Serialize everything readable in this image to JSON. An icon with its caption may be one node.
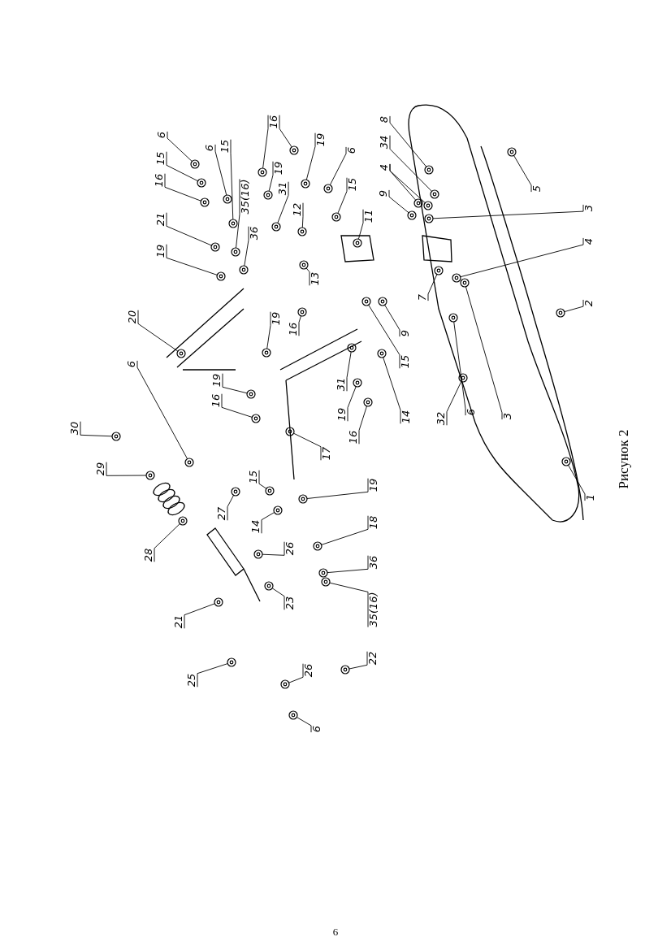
{
  "diagram": {
    "caption": "Рисунок 2",
    "nodes": [
      {
        "text": [
          "6"
        ]
      },
      {
        "text": [
          "15"
        ]
      },
      {
        "text": [
          "16"
        ]
      },
      {
        "text": [
          "21"
        ]
      },
      {
        "text": [
          "19"
        ]
      },
      {
        "text": [
          "6"
        ]
      },
      {
        "text": [
          "15"
        ]
      },
      {
        "text": [
          "35(16)"
        ]
      },
      {
        "text": [
          "36"
        ]
      },
      {
        "text": [
          "16"
        ]
      },
      {
        "text": [
          "19"
        ]
      },
      {
        "text": [
          "31"
        ]
      },
      {
        "text": [
          "19"
        ]
      },
      {
        "text": [
          "6"
        ]
      },
      {
        "text": [
          "15"
        ]
      },
      {
        "text": [
          "12"
        ]
      },
      {
        "text": [
          "11"
        ]
      },
      {
        "text": [
          "13"
        ]
      },
      {
        "text": [
          "8"
        ]
      },
      {
        "text": [
          "34"
        ]
      },
      {
        "text": [
          "4"
        ]
      },
      {
        "text": [
          "9"
        ]
      },
      {
        "text": [
          "5"
        ]
      },
      {
        "text": [
          "3"
        ]
      },
      {
        "text": [
          "4"
        ]
      },
      {
        "text": [
          "7"
        ]
      },
      {
        "text": [
          "2"
        ]
      },
      {
        "text": [
          "20"
        ]
      },
      {
        "text": [
          "19"
        ]
      },
      {
        "text": [
          "16"
        ]
      },
      {
        "text": [
          "6"
        ]
      },
      {
        "text": [
          "19"
        ]
      },
      {
        "text": [
          "16"
        ]
      },
      {
        "text": [
          "9"
        ]
      },
      {
        "text": [
          "15"
        ]
      },
      {
        "text": [
          "31"
        ]
      },
      {
        "text": [
          "19"
        ]
      },
      {
        "text": [
          "14"
        ]
      },
      {
        "text": [
          "16"
        ]
      },
      {
        "text": [
          "32"
        ]
      },
      {
        "text": [
          "6"
        ]
      },
      {
        "text": [
          "3"
        ]
      },
      {
        "text": [
          "30"
        ]
      },
      {
        "text": [
          "29"
        ]
      },
      {
        "text": [
          "15"
        ]
      },
      {
        "text": [
          "27"
        ]
      },
      {
        "text": [
          "14"
        ]
      },
      {
        "text": [
          "28"
        ]
      },
      {
        "text": [
          "17"
        ]
      },
      {
        "text": [
          "19"
        ]
      },
      {
        "text": [
          "1"
        ]
      },
      {
        "text": [
          "18"
        ]
      },
      {
        "text": [
          "26"
        ]
      },
      {
        "text": [
          "36"
        ]
      },
      {
        "text": [
          "23"
        ]
      },
      {
        "text": [
          "35(16)"
        ]
      },
      {
        "text": [
          "21"
        ]
      },
      {
        "text": [
          "22"
        ]
      },
      {
        "text": [
          "26"
        ]
      },
      {
        "text": [
          "25"
        ]
      },
      {
        "text": [
          "6"
        ]
      },
      {
        "text": [],
        "shape": "picture"
      },
      {
        "text": [],
        "shape": "picture"
      },
      {
        "text": [],
        "shape": "picture"
      },
      {
        "text": [],
        "shape": "picture"
      },
      {
        "text": [],
        "shape": "picture"
      },
      {
        "text": [],
        "shape": "picture"
      },
      {
        "text": [],
        "shape": "picture"
      },
      {
        "text": [],
        "shape": "picture"
      },
      {
        "text": [],
        "shape": "picture"
      },
      {
        "text": [],
        "shape": "picture"
      },
      {
        "text": [],
        "shape": "picture"
      },
      {
        "text": [],
        "shape": "picture"
      },
      {
        "text": [],
        "shape": "picture"
      },
      {
        "text": [],
        "shape": "picture"
      },
      {
        "text": [],
        "shape": "picture"
      },
      {
        "text": [],
        "shape": "picture"
      },
      {
        "text": [],
        "shape": "picture"
      },
      {
        "text": [],
        "shape": "picture"
      },
      {
        "text": [],
        "shape": "picture"
      },
      {
        "text": [],
        "shape": "picture"
      },
      {
        "text": [],
        "shape": "picture"
      },
      {
        "text": [],
        "shape": "picture"
      },
      {
        "text": [],
        "shape": "picture"
      },
      {
        "text": [],
        "shape": "picture"
      },
      {
        "text": [],
        "shape": "picture"
      },
      {
        "text": [],
        "shape": "picture"
      },
      {
        "text": [],
        "shape": "picture"
      },
      {
        "text": [],
        "shape": "picture"
      },
      {
        "text": [],
        "shape": "picture"
      },
      {
        "text": [],
        "shape": "picture"
      },
      {
        "text": [],
        "shape": "picture"
      },
      {
        "text": [],
        "shape": "picture"
      },
      {
        "text": [],
        "shape": "picture"
      },
      {
        "text": [],
        "shape": "picture"
      },
      {
        "text": [],
        "shape": "picture"
      },
      {
        "text": [],
        "shape": "picture"
      },
      {
        "text": [],
        "shape": "picture"
      },
      {
        "text": [],
        "shape": "picture"
      },
      {
        "text": [],
        "shape": "picture"
      },
      {
        "text": [],
        "shape": "picture"
      },
      {
        "text": [],
        "shape": "picture"
      },
      {
        "text": [],
        "shape": "picture"
      },
      {
        "text": [],
        "shape": "picture"
      },
      {
        "text": [],
        "shape": "picture"
      },
      {
        "text": [],
        "shape": "picture"
      },
      {
        "text": [],
        "shape": "picture"
      },
      {
        "text": [],
        "shape": "picture"
      },
      {
        "text": [],
        "shape": "picture"
      },
      {
        "text": [],
        "shape": "picture"
      },
      {
        "text": [],
        "shape": "picture"
      },
      {
        "text": [],
        "shape": "picture"
      },
      {
        "text": [],
        "shape": "picture"
      },
      {
        "text": [],
        "shape": "picture"
      },
      {
        "text": [],
        "shape": "picture"
      },
      {
        "text": [],
        "shape": "picture"
      },
      {
        "text": [],
        "shape": "picture"
      },
      {
        "text": [],
        "shape": "picture"
      },
      {
        "text": [],
        "shape": "picture"
      },
      {
        "text": [],
        "shape": "picture"
      },
      {
        "text": [],
        "shape": "picture"
      },
      {
        "text": [],
        "shape": "picture"
      },
      {
        "text": [],
        "shape": "picture"
      },
      {
        "text": [],
        "shape": "picture"
      }
    ],
    "edges": [
      {
        "from": 0,
        "to": 61,
        "arrow": "none"
      },
      {
        "from": 1,
        "to": 62,
        "arrow": "none"
      },
      {
        "from": 2,
        "to": 63,
        "arrow": "none"
      },
      {
        "from": 3,
        "to": 64,
        "arrow": "none"
      },
      {
        "from": 4,
        "to": 65,
        "arrow": "none"
      },
      {
        "from": 5,
        "to": 66,
        "arrow": "none"
      },
      {
        "from": 6,
        "to": 67,
        "arrow": "none"
      },
      {
        "from": 7,
        "to": 68,
        "arrow": "none"
      },
      {
        "from": 8,
        "to": 69,
        "arrow": "none"
      },
      {
        "from": 9,
        "to": 70,
        "arrow": "none"
      },
      {
        "from": 9,
        "to": 71,
        "arrow": "none"
      },
      {
        "from": 10,
        "to": 72,
        "arrow": "none"
      },
      {
        "from": 11,
        "to": 73,
        "arrow": "none"
      },
      {
        "from": 12,
        "to": 74,
        "arrow": "none"
      },
      {
        "from": 13,
        "to": 75,
        "arrow": "none"
      },
      {
        "from": 14,
        "to": 76,
        "arrow": "none"
      },
      {
        "from": 15,
        "to": 77,
        "arrow": "none"
      },
      {
        "from": 16,
        "to": 78,
        "arrow": "none"
      },
      {
        "from": 17,
        "to": 79,
        "arrow": "none"
      },
      {
        "from": 18,
        "to": 80,
        "arrow": "none"
      },
      {
        "from": 19,
        "to": 81,
        "arrow": "none"
      },
      {
        "from": 20,
        "to": 82,
        "arrow": "none"
      },
      {
        "from": 20,
        "to": 83,
        "arrow": "none"
      },
      {
        "from": 21,
        "to": 84,
        "arrow": "none"
      },
      {
        "from": 22,
        "to": 85,
        "arrow": "none"
      },
      {
        "from": 23,
        "to": 86,
        "arrow": "none"
      },
      {
        "from": 24,
        "to": 87,
        "arrow": "none"
      },
      {
        "from": 25,
        "to": 88,
        "arrow": "none"
      },
      {
        "from": 26,
        "to": 89,
        "arrow": "none"
      },
      {
        "from": 27,
        "to": 90,
        "arrow": "none"
      },
      {
        "from": 28,
        "to": 91,
        "arrow": "none"
      },
      {
        "from": 29,
        "to": 92,
        "arrow": "none"
      },
      {
        "from": 30,
        "to": 93,
        "arrow": "none"
      },
      {
        "from": 31,
        "to": 94,
        "arrow": "none"
      },
      {
        "from": 32,
        "to": 95,
        "arrow": "none"
      },
      {
        "from": 33,
        "to": 96,
        "arrow": "none"
      },
      {
        "from": 34,
        "to": 97,
        "arrow": "none"
      },
      {
        "from": 35,
        "to": 98,
        "arrow": "none"
      },
      {
        "from": 36,
        "to": 99,
        "arrow": "none"
      },
      {
        "from": 37,
        "to": 100,
        "arrow": "none"
      },
      {
        "from": 38,
        "to": 101,
        "arrow": "none"
      },
      {
        "from": 39,
        "to": 102,
        "arrow": "none"
      },
      {
        "from": 40,
        "to": 103,
        "arrow": "none"
      },
      {
        "from": 41,
        "to": 104,
        "arrow": "none"
      },
      {
        "from": 42,
        "to": 105,
        "arrow": "none"
      },
      {
        "from": 43,
        "to": 106,
        "arrow": "none"
      },
      {
        "from": 44,
        "to": 107,
        "arrow": "none"
      },
      {
        "from": 45,
        "to": 108,
        "arrow": "none"
      },
      {
        "from": 46,
        "to": 109,
        "arrow": "none"
      },
      {
        "from": 47,
        "to": 110,
        "arrow": "none"
      },
      {
        "from": 48,
        "to": 111,
        "arrow": "none"
      },
      {
        "from": 49,
        "to": 112,
        "arrow": "none"
      },
      {
        "from": 50,
        "to": 113,
        "arrow": "none"
      },
      {
        "from": 51,
        "to": 114,
        "arrow": "none"
      },
      {
        "from": 52,
        "to": 115,
        "arrow": "none"
      },
      {
        "from": 53,
        "to": 116,
        "arrow": "none"
      },
      {
        "from": 54,
        "to": 117,
        "arrow": "none"
      },
      {
        "from": 55,
        "to": 118,
        "arrow": "none"
      },
      {
        "from": 56,
        "to": 119,
        "arrow": "none"
      },
      {
        "from": 57,
        "to": 120,
        "arrow": "none"
      },
      {
        "from": 58,
        "to": 121,
        "arrow": "none"
      },
      {
        "from": 59,
        "to": 122,
        "arrow": "none"
      },
      {
        "from": 60,
        "to": 123,
        "arrow": "none"
      }
    ],
    "labels": [
      "6"
    ]
  }
}
